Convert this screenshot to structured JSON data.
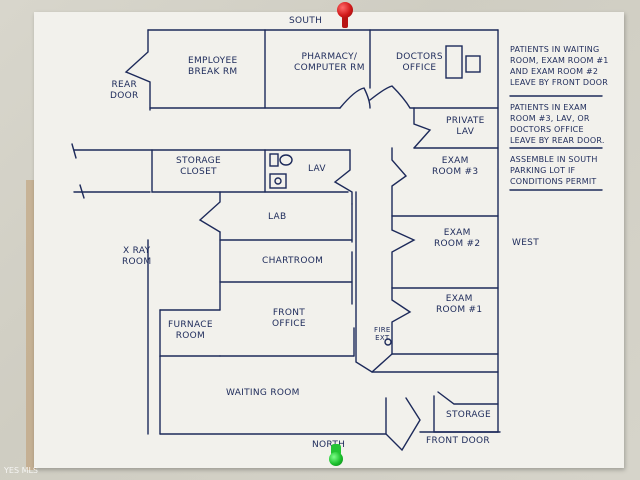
{
  "compass": {
    "south": "SOUTH",
    "north": "NORTH",
    "west": "WEST"
  },
  "rooms": {
    "employee_break_rm": [
      "EMPLOYEE",
      "BREAK RM"
    ],
    "pharmacy_computer_rm": [
      "PHARMACY/",
      "COMPUTER RM"
    ],
    "doctors_office": [
      "DOCTORS",
      "OFFICE"
    ],
    "rear_door": [
      "REAR",
      "DOOR"
    ],
    "private_lav": [
      "PRIVATE",
      "LAV"
    ],
    "storage_closet": [
      "STORAGE",
      "CLOSET"
    ],
    "lav": "LAV",
    "exam_room_3": [
      "EXAM",
      "ROOM #3"
    ],
    "lab": "LAB",
    "x_ray_room": [
      "X RAY",
      "ROOM"
    ],
    "chart_room": "CHARTROOM",
    "exam_room_2": [
      "EXAM",
      "ROOM #2"
    ],
    "furnace_room": [
      "FURNACE",
      "ROOM"
    ],
    "front_office": [
      "FRONT",
      "OFFICE"
    ],
    "exam_room_1": [
      "EXAM",
      "ROOM #1"
    ],
    "fire_ext": [
      "FIRE",
      "EXT"
    ],
    "waiting_room": "WAITING ROOM",
    "storage": "STORAGE",
    "front_door": "FRONT DOOR"
  },
  "notes": [
    "PATIENTS IN WAITING ROOM, EXAM ROOM #1 AND EXAM ROOM #2 LEAVE BY FRONT DOOR",
    "PATIENTS IN EXAM ROOM #3, LAV, OR DOCTORS OFFICE LEAVE BY REAR DOOR.",
    "ASSEMBLE IN SOUTH PARKING LOT IF CONDITIONS PERMIT"
  ],
  "watermark": "YES MLS",
  "colors": {
    "ink": "#1d2a5a",
    "paper": "#f2f1ec",
    "wall": "#d6d4ca",
    "pin_top": "#d11919",
    "pin_bottom": "#1bbf2c"
  }
}
